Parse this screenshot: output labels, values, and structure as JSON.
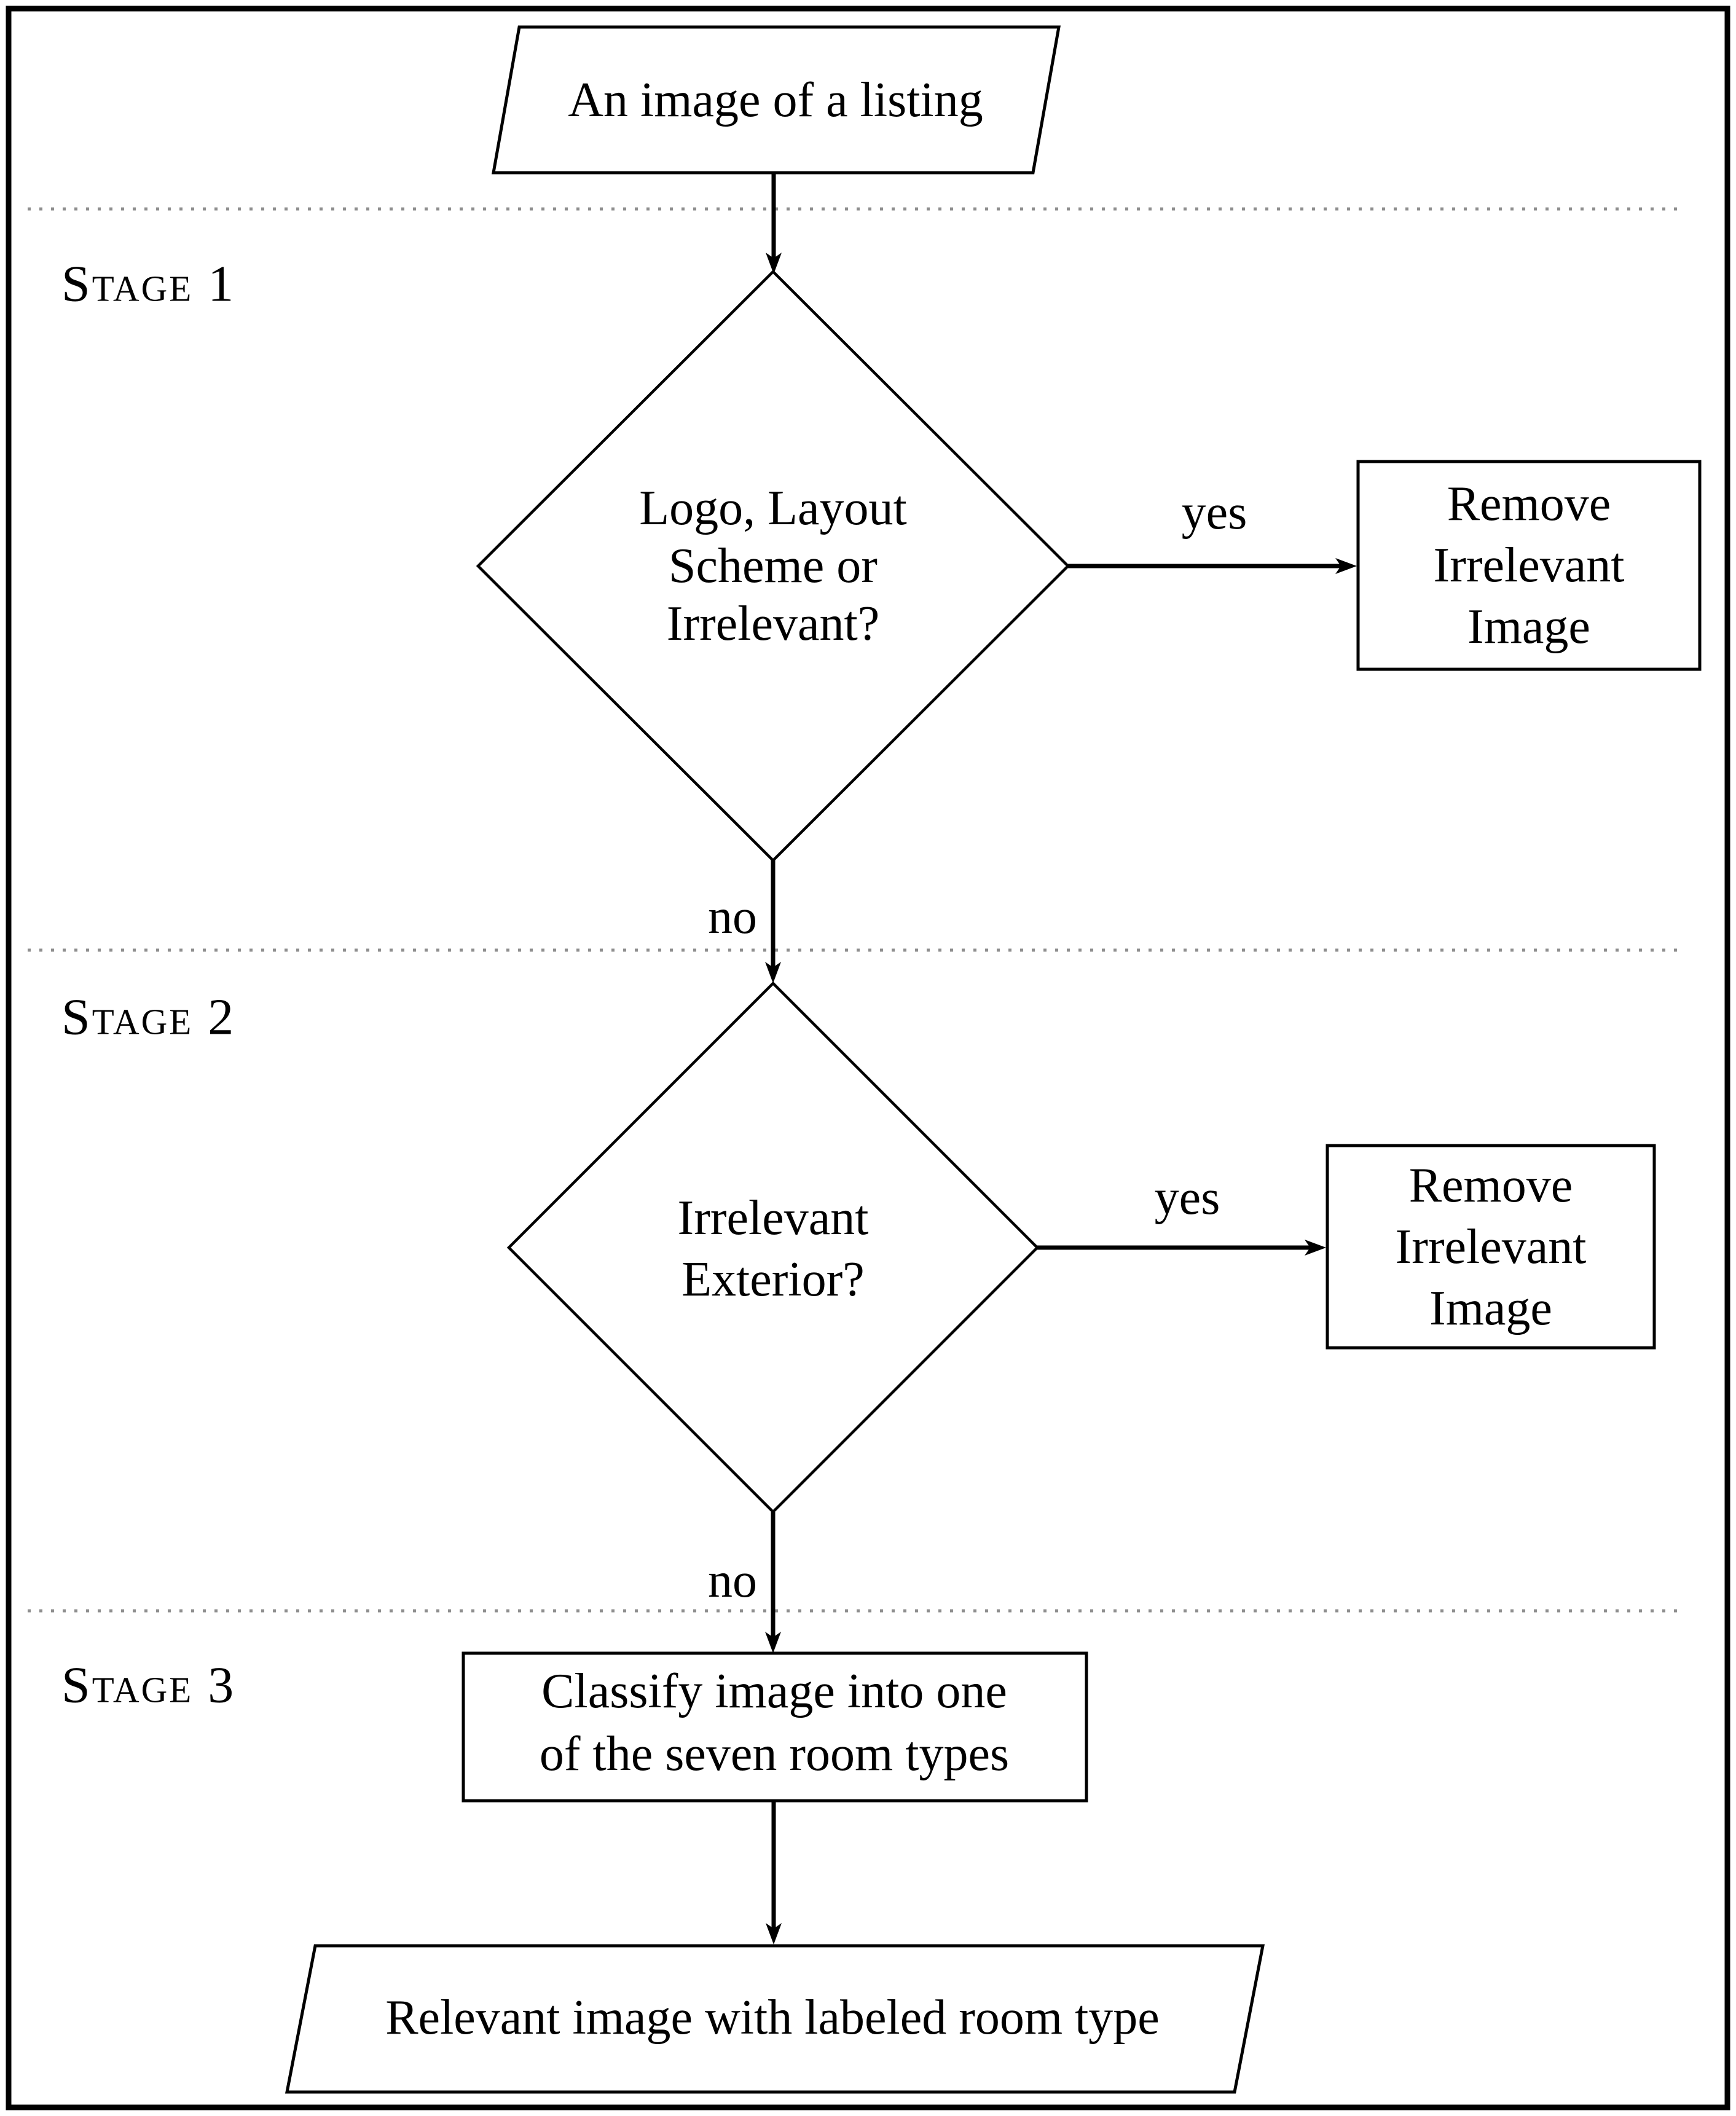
{
  "figure": {
    "type": "flowchart",
    "stages": [
      {
        "label": "Stage 1"
      },
      {
        "label": "Stage 2"
      },
      {
        "label": "Stage 3"
      }
    ],
    "nodes": {
      "start": {
        "shape": "parallelogram",
        "label": "An image of a listing"
      },
      "decision1": {
        "shape": "diamond",
        "label": "Logo, Layout Scheme or Irrelevant?",
        "lines": [
          "Logo, Layout",
          "Scheme or",
          "Irrelevant?"
        ]
      },
      "remove1": {
        "shape": "rectangle",
        "label": "Remove Irrelevant Image",
        "lines": [
          "Remove",
          "Irrelevant",
          "Image"
        ]
      },
      "decision2": {
        "shape": "diamond",
        "label": "Irrelevant Exterior?",
        "lines": [
          "Irrelevant",
          "Exterior?"
        ]
      },
      "remove2": {
        "shape": "rectangle",
        "label": "Remove Irrelevant Image",
        "lines": [
          "Remove",
          "Irrelevant",
          "Image"
        ]
      },
      "classify": {
        "shape": "rectangle",
        "label": "Classify image into one of the seven room types",
        "lines": [
          "Classify image into one",
          "of the seven room types"
        ]
      },
      "end": {
        "shape": "parallelogram",
        "label": "Relevant image with labeled room type"
      }
    },
    "edge_labels": {
      "yes1": "yes",
      "no1": "no",
      "yes2": "yes",
      "no2": "no"
    },
    "colors": {
      "stroke": "#000000",
      "divider": "#8f8f8f",
      "background": "#ffffff"
    }
  }
}
